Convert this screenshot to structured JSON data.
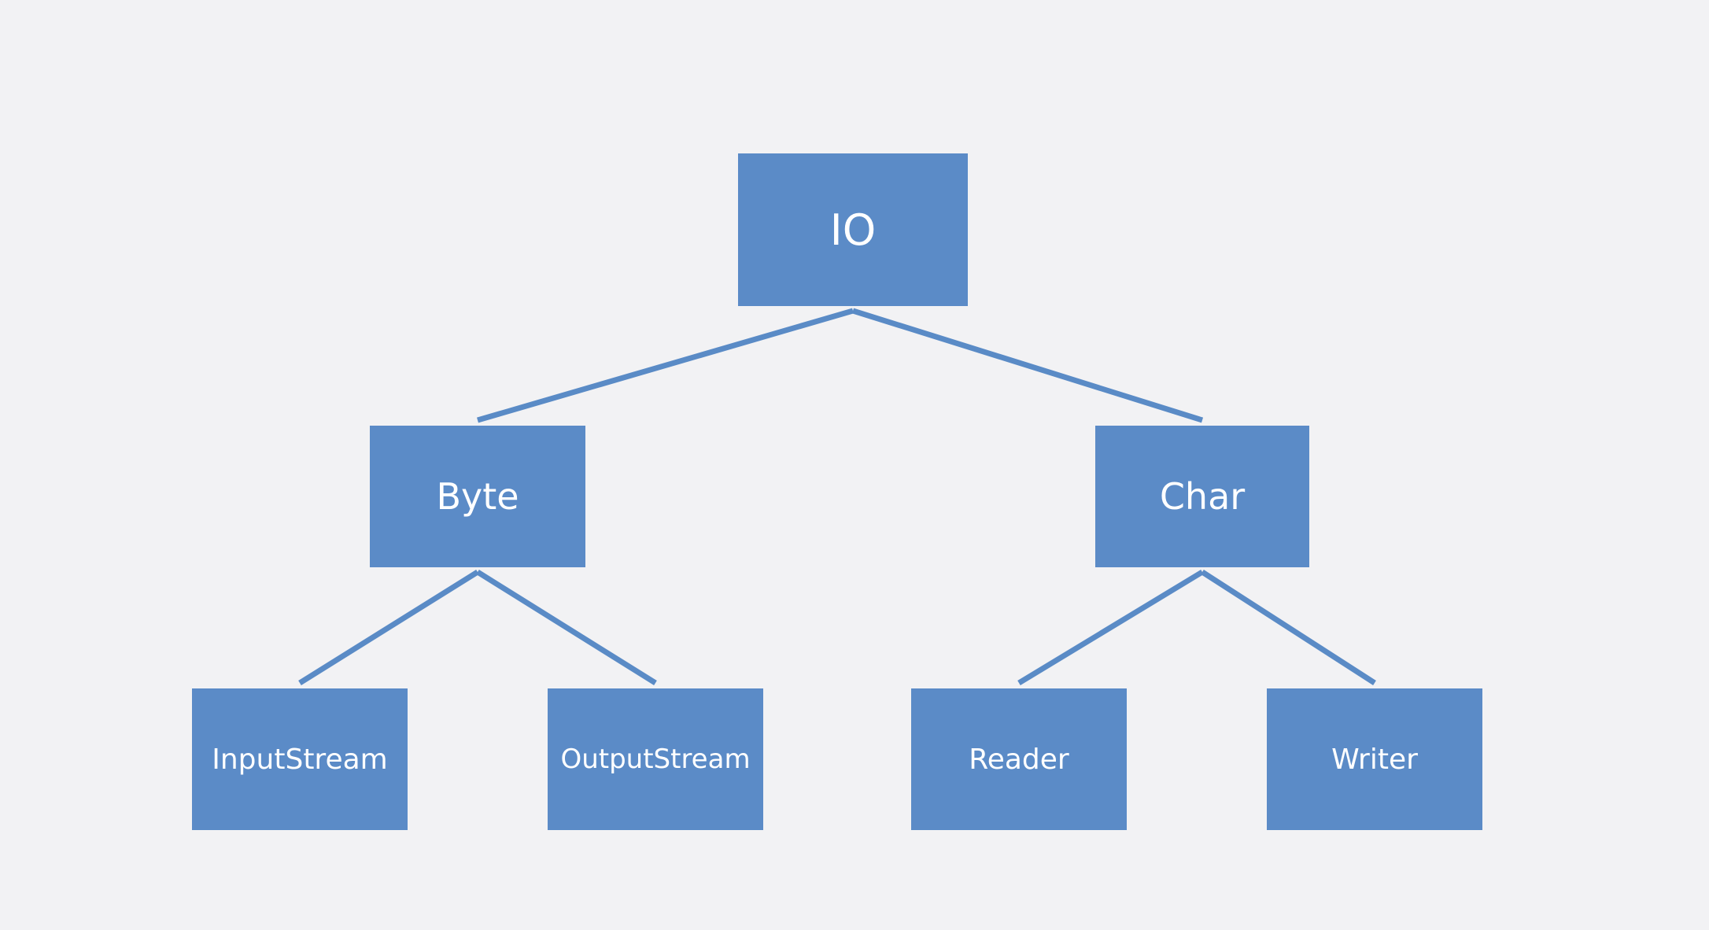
{
  "diagram": {
    "type": "tree",
    "colors": {
      "background": "#f2f2f4",
      "node_fill": "#5b8bc7",
      "node_text": "#ffffff",
      "edge": "#5a8bc6"
    },
    "nodes": {
      "io": "IO",
      "byte": "Byte",
      "char": "Char",
      "input_stream": "InputStream",
      "output_stream": "OutputStream",
      "reader": "Reader",
      "writer": "Writer"
    },
    "edges": [
      [
        "IO",
        "Byte"
      ],
      [
        "IO",
        "Char"
      ],
      [
        "Byte",
        "InputStream"
      ],
      [
        "Byte",
        "OutputStream"
      ],
      [
        "Char",
        "Reader"
      ],
      [
        "Char",
        "Writer"
      ]
    ]
  }
}
